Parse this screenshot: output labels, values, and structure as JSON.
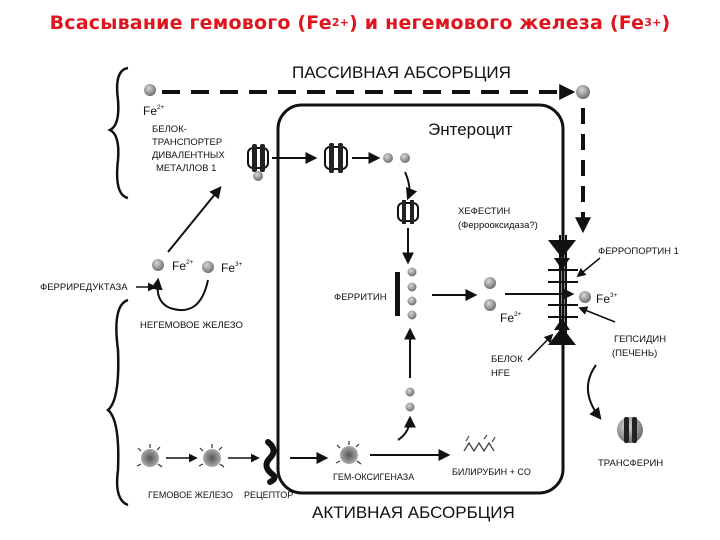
{
  "title": {
    "prefix": "Всасывание гемового (Fe",
    "sup1": "2+",
    "middle": ") и негемового железа (Fe",
    "sup2": "3+",
    "suffix": ")"
  },
  "diagram": {
    "passive_absorption": "ПАССИВНАЯ АБСОРБЦИЯ",
    "active_absorption": "АКТИВНАЯ АБСОРБЦИЯ",
    "enterocyte": "Энтероцит",
    "fe": "Fe",
    "fe2_charge": "2+",
    "fe3_charge": "3+",
    "dmt1_lines": [
      "БЕЛОК-",
      "ТРАНСПОРТЕР",
      "ДИВАЛЕНТНЫХ",
      "МЕТАЛЛОВ 1"
    ],
    "ferrireductase": "ФЕРРИРЕДУКТАЗА",
    "non_heme_iron": "НЕГЕМОВОЕ ЖЕЛЕЗО",
    "heme_iron": "ГЕМОВОЕ ЖЕЛЕЗО",
    "receptor": "РЕЦЕПТОР",
    "ferritin": "ФЕРРИТИН",
    "heme_oxygenase": "ГЕМ-ОКСИГЕНАЗА",
    "bilirubin": "БИЛИРУБИН + CO",
    "hephaestin_lines": [
      "ХЕФЕСТИН",
      "(Ферроокcидаза?)"
    ],
    "ferroportin": "ФЕРРОПОРТИН 1",
    "hepcidin_lines": [
      "ГЕПСИДИН",
      "(ПЕЧЕНЬ)"
    ],
    "hfe_lines": [
      "БЕЛОК",
      "HFE"
    ],
    "transferrin": "ТРАНСФЕРИН"
  }
}
